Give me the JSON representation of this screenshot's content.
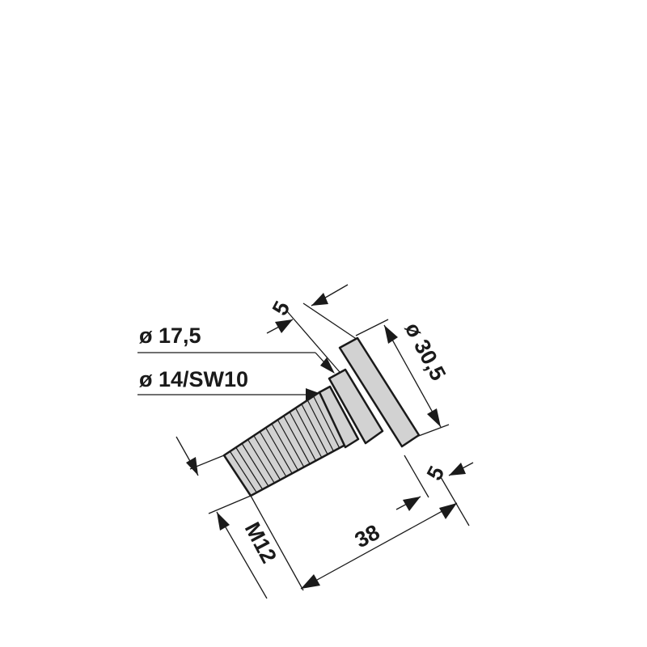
{
  "drawing": {
    "part": "bolt",
    "labels": {
      "head_width": "5",
      "collar_diameter": "ø 17,5",
      "neck_diameter": "ø 14/SW10",
      "head_diameter": "ø 30,5",
      "head_thickness": "5",
      "length": "38",
      "thread": "M12"
    },
    "colors": {
      "part_fill": "#d2d2d2",
      "line": "#1a1a1a"
    }
  }
}
